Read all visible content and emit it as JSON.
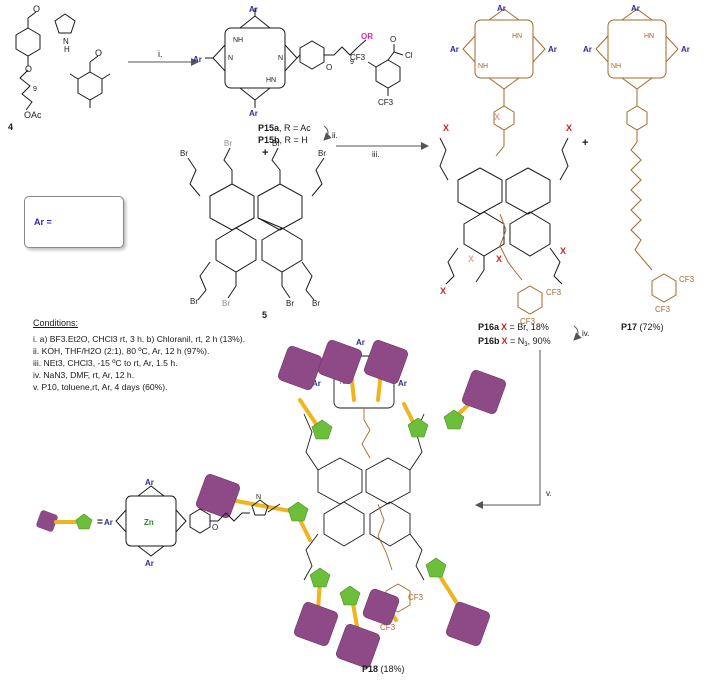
{
  "reagents": {
    "step1": "i.",
    "step2": "ii.",
    "step3": "iii.",
    "step4": "iv.",
    "step5": "v."
  },
  "compounds": {
    "c4": "4",
    "c5": "5",
    "p15a_name": "P15a",
    "p15a_rest": ", R = Ac",
    "p15b_name": "P15b",
    "p15b_rest": ", R = H",
    "p16a_name": "P16a",
    "p16a_x": "X",
    "p16a_rest": " = Br, 18%",
    "p16b_name": "P16b",
    "p16b_x": "X",
    "p16b_rest": " = N",
    "p16b_sub": "3",
    "p16b_yield": ", 90%",
    "p17_name": "P17",
    "p17_yield": " (72%)",
    "p18_name": "P18",
    "p18_yield": " (18%)"
  },
  "atoms": {
    "ar": "Ar",
    "nh": "NH",
    "hn": "HN",
    "n": "N",
    "zn": "Zn",
    "or": "OR",
    "oac": "OAc",
    "o": "O",
    "br": "Br",
    "x": "X",
    "cf3": "CF3",
    "cl": "Cl",
    "nine": "9",
    "plus": "+",
    "equals": "=",
    "h": "H"
  },
  "ar_box_label": "Ar =",
  "conditions": {
    "title": "Conditions:",
    "lines": [
      "i. a) BF3.Et2O, CHCl3 rt, 3 h. b) Chloranil, rt, 2 h (13%).",
      "ii. KOH, THF/H2O (2:1), 80 ºC, Ar, 12 h (97%).",
      "iii. NEt3, CHCl3, -15 ºC to rt, Ar, 1.5 h.",
      "iv. NaN3, DMF, rt, Ar, 12 h.",
      "v. P10, toluene,rt, Ar, 4 days (60%)."
    ]
  },
  "colors": {
    "ink": "#1a1a1a",
    "brown": "#a8672a",
    "red": "#d42020",
    "blue": "#2a2aa0",
    "magenta": "#d62a9a",
    "green": "#6cbf3a",
    "purple": "#8e4a86",
    "gold": "#f0b41e",
    "gray": "#8c8c8c"
  }
}
